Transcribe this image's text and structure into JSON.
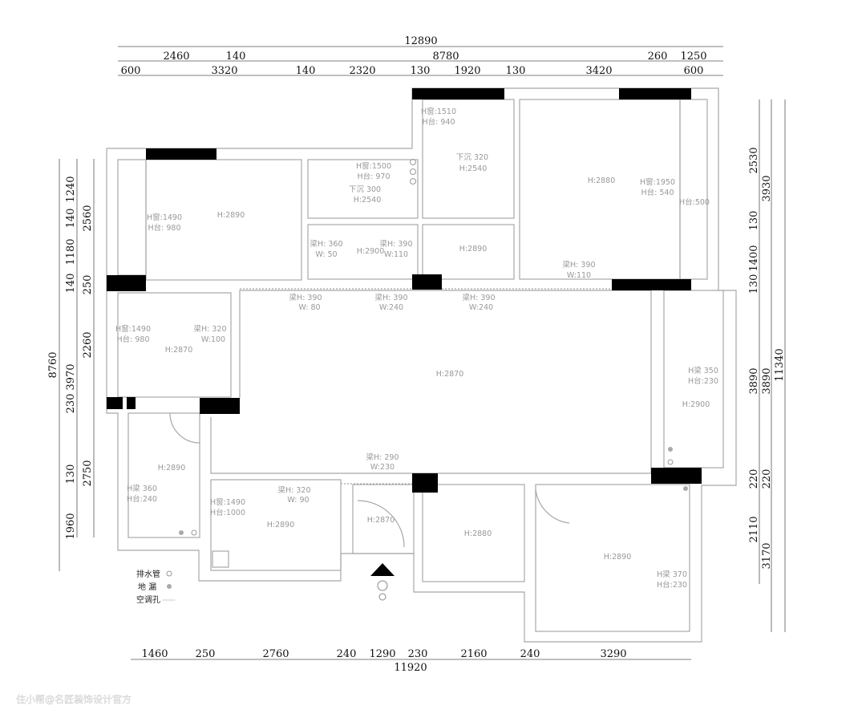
{
  "dimensions": {
    "top_total": "12890",
    "top_row1": [
      "2460",
      "140",
      "8780",
      "260",
      "1250"
    ],
    "top_row2": [
      "600",
      "3320",
      "140",
      "2320",
      "130",
      "1920",
      "130",
      "3420",
      "600"
    ],
    "left_total": "8760",
    "left_col2": [
      "1240",
      "140",
      "1180",
      "140",
      "3970",
      "230",
      "130",
      "1960"
    ],
    "left_col3": [
      "2560",
      "250",
      "2260",
      "2750"
    ],
    "right_col1": [
      "2530",
      "130",
      "1400",
      "130",
      "3890",
      "220",
      "2110"
    ],
    "right_col2": [
      "3930",
      "3890",
      "220",
      "3170"
    ],
    "right_total": "11340",
    "bottom_row": [
      "1460",
      "250",
      "2760",
      "240",
      "1290",
      "230",
      "2160",
      "240",
      "3290"
    ],
    "bottom_total": "11920"
  },
  "room_labels": [
    "H窗:1490",
    "H台: 980",
    "H:2890",
    "H窗:1500",
    "H台: 970",
    "下沉 300",
    "H:2540",
    "H窗:1510",
    "H台: 940",
    "下沉 320",
    "H:2540",
    "H:2880",
    "H窗:1950",
    "H台: 540",
    "H台:500",
    "梁H: 360",
    "W: 50",
    "H:2900",
    "梁H: 390",
    "W:110",
    "H:2890",
    "梁H: 390",
    "W:110",
    "梁H: 390",
    "W: 80",
    "梁H: 390",
    "W:240",
    "梁H: 390",
    "W:240",
    "H窗:1490",
    "H台: 980",
    "梁H: 320",
    "W:100",
    "H:2870",
    "H:2870",
    "H梁 350",
    "H台:230",
    "H:2900",
    "H:2890",
    "H梁 360",
    "H台:240",
    "梁H: 290",
    "W:230",
    "H窗:1490",
    "H台:1000",
    "梁H: 320",
    "W: 90",
    "H:2890",
    "H:2870",
    "H:2880",
    "H:2890",
    "H梁 370",
    "H台:230"
  ],
  "legend": {
    "drain_pipe": "排水管",
    "floor_drain": "地  漏",
    "ac_hole": "空调孔"
  },
  "watermark": "住小帮@名匠装饰设计官方"
}
